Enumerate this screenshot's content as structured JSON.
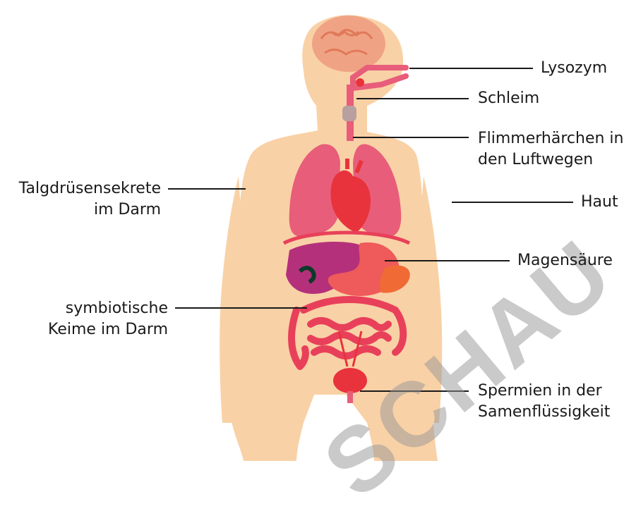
{
  "labels": {
    "lysozym": "Lysozym",
    "schleim": "Schleim",
    "flimmer_1": "Flimmerhärchen in",
    "flimmer_2": "den Luftwegen",
    "haut": "Haut",
    "magensaeure": "Magensäure",
    "spermien_1": "Spermien in der",
    "spermien_2": "Samenflüssigkeit",
    "talg_1": "Talgdrüsensekrete",
    "talg_2": "im Darm",
    "keime_1": "symbiotische",
    "keime_2": "Keime im Darm"
  },
  "watermark": "SCHAU",
  "colors": {
    "skin": "#f9d1a6",
    "lung": "#e85d7a",
    "heart": "#e8333c",
    "liver": "#b5307a",
    "stomach": "#ef5a5a",
    "pancreas": "#f06a36",
    "intestine": "#e8405a",
    "brain": "#f0a384",
    "line": "#1a1a1a"
  }
}
